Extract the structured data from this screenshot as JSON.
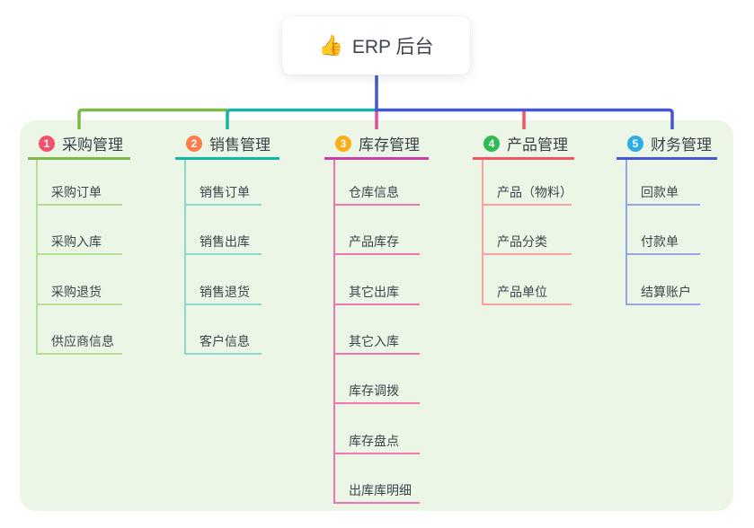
{
  "root": {
    "emoji": "👍",
    "label": "ERP 后台"
  },
  "colors": {
    "panel_bg": "#EBF6E7",
    "root_card_bg": "#FFFFFF",
    "header_text": "#3A3F48",
    "item_text": "#3E444C"
  },
  "connectors": {
    "green": "#7CBA45",
    "teal": "#14B5A4",
    "magenta": "#E8489D",
    "red": "#F3545F",
    "blue": "#4356D6"
  },
  "branches": [
    {
      "badge": "1",
      "label": "采购管理",
      "badge_color": "#F4516C",
      "line_color": "#7CBA45",
      "light_color": "#B7DD92",
      "items": [
        "采购订单",
        "采购入库",
        "采购退货",
        "供应商信息"
      ]
    },
    {
      "badge": "2",
      "label": "销售管理",
      "badge_color": "#FB7D4A",
      "line_color": "#14B5A4",
      "light_color": "#8BD9CE",
      "items": [
        "销售订单",
        "销售出库",
        "销售退货",
        "客户信息"
      ]
    },
    {
      "badge": "3",
      "label": "库存管理",
      "badge_color": "#FBAE17",
      "line_color": "#C93DA6",
      "light_color": "#F173AF",
      "items": [
        "仓库信息",
        "产品库存",
        "其它出库",
        "其它入库",
        "库存调拨",
        "库存盘点",
        "出库库明细"
      ]
    },
    {
      "badge": "4",
      "label": "产品管理",
      "badge_color": "#2FBA55",
      "line_color": "#F3545F",
      "light_color": "#F9A29B",
      "items": [
        "产品（物料）",
        "产品分类",
        "产品单位"
      ]
    },
    {
      "badge": "5",
      "label": "财务管理",
      "badge_color": "#30ACE5",
      "line_color": "#4356D6",
      "light_color": "#97A5E5",
      "items": [
        "回款单",
        "付款单",
        "结算账户"
      ]
    }
  ]
}
